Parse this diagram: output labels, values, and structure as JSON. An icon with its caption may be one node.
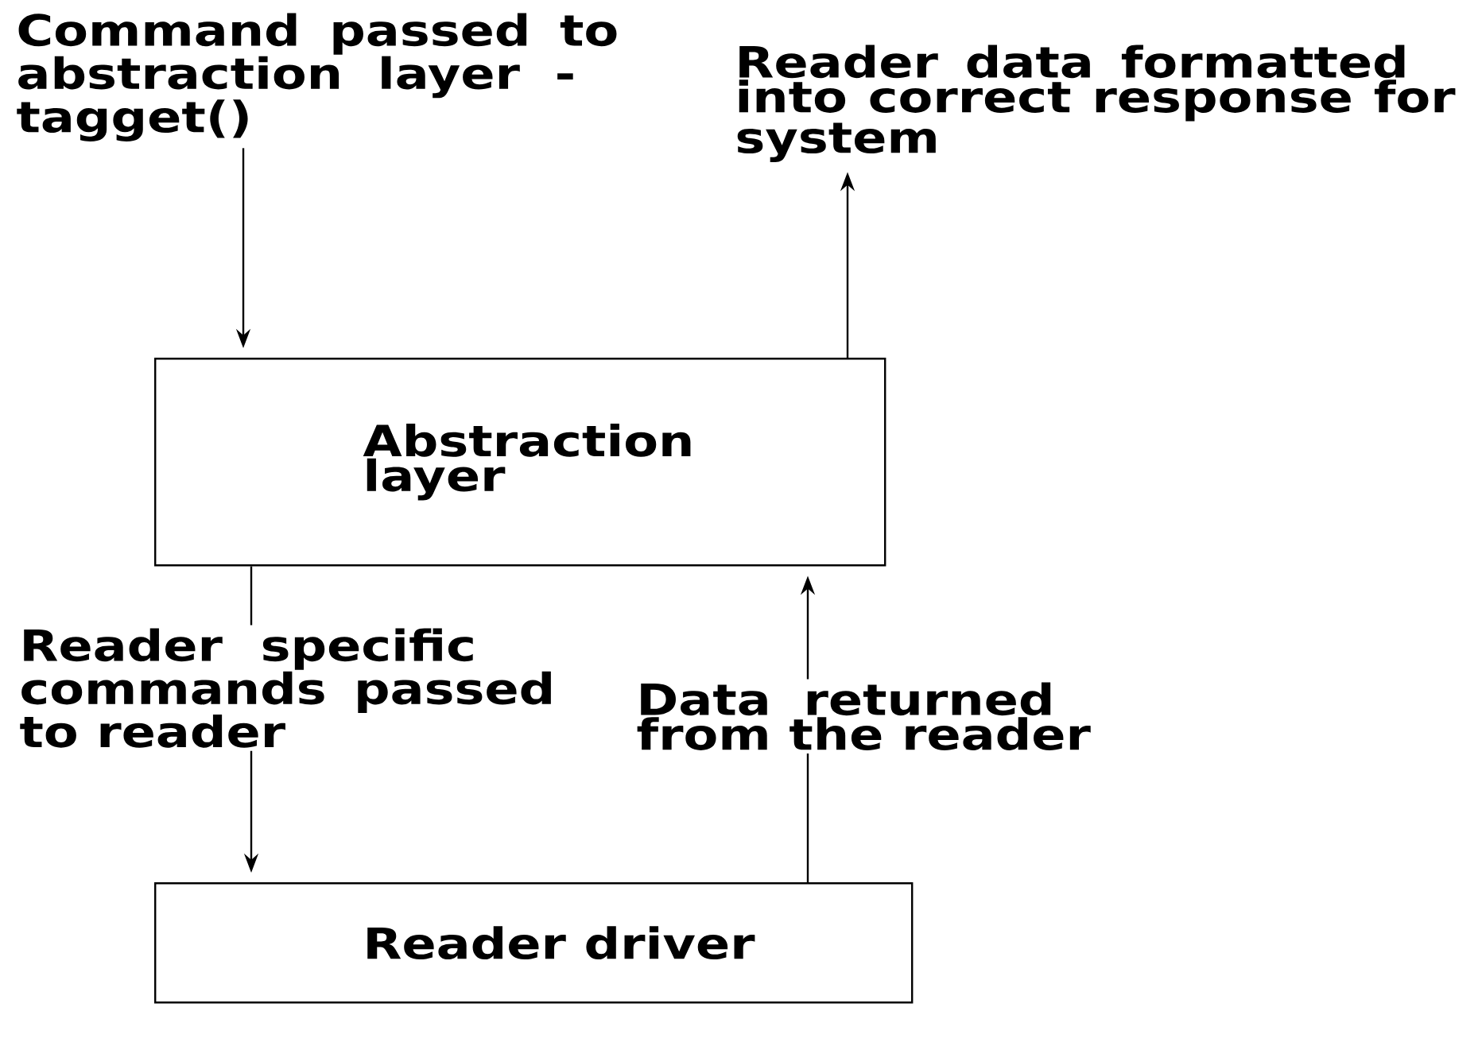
{
  "diagram": {
    "nodes": [
      {
        "text": [
          "Command passed to abstraction layer - tagget()"
        ]
      },
      {
        "text": [
          "Reader data formatted into correct response for system"
        ]
      },
      {
        "text": [
          "Abstraction layer"
        ]
      },
      {
        "text": [
          "Reader driver"
        ]
      }
    ],
    "edges": [
      {
        "from": 0,
        "to": 2,
        "arrow": "to"
      },
      {
        "from": 2,
        "to": 1,
        "arrow": "to"
      },
      {
        "from": 2,
        "to": 3,
        "arrow": "to",
        "label": "Reader specific commands passed to reader"
      },
      {
        "from": 3,
        "to": 2,
        "arrow": "to",
        "label": "Data returned from the reader"
      }
    ]
  }
}
